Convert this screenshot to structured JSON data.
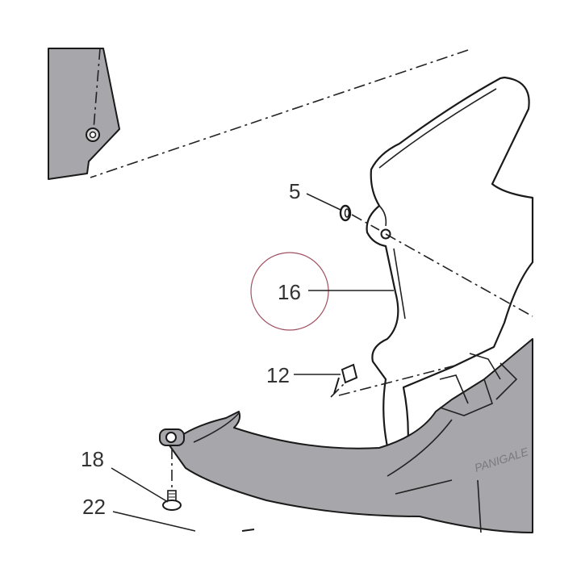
{
  "callouts": {
    "c5": "5",
    "c16": "16",
    "c12": "12",
    "c18": "18",
    "c22": "22"
  },
  "colors": {
    "part_fill": "#a7a7ab",
    "line": "#1a1a1a",
    "highlight_circle": "#a05060"
  },
  "panel_text": "PANIGALE"
}
